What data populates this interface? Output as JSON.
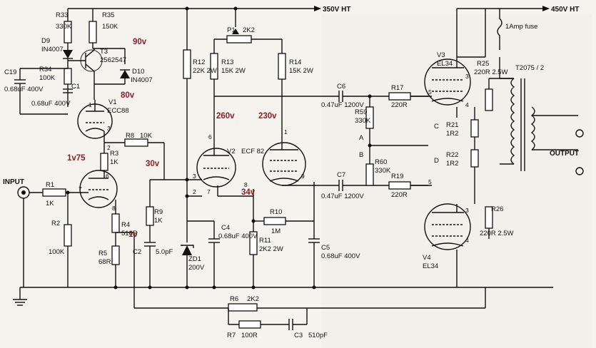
{
  "rails": {
    "ht350": "350V HT",
    "ht450": "450V HT"
  },
  "labels": {
    "input": "INPUT",
    "output": "OUTPUT",
    "fuse": "1Amp fuse",
    "transformer": "T2075 / 2",
    "point_a": "A",
    "point_b": "B",
    "point_c": "C",
    "point_d": "D"
  },
  "components": [
    {
      "ref": "R33",
      "value": "330K"
    },
    {
      "ref": "R35",
      "value": "150K"
    },
    {
      "ref": "D9",
      "value": "IN4007"
    },
    {
      "ref": "T3",
      "value": "2562547"
    },
    {
      "ref": "D10",
      "value": "IN4007"
    },
    {
      "ref": "R34",
      "value": "100K"
    },
    {
      "ref": "C19",
      "value": "0.68uF 400V"
    },
    {
      "ref": "C1",
      "value": "0.68uF 400V"
    },
    {
      "ref": "V1",
      "value": "ECC88"
    },
    {
      "ref": "R8",
      "value": "10K"
    },
    {
      "ref": "R3",
      "value": "1K"
    },
    {
      "ref": "R1",
      "value": "1K"
    },
    {
      "ref": "R2",
      "value": "100K"
    },
    {
      "ref": "R4",
      "value": "510R"
    },
    {
      "ref": "R5",
      "value": "68R"
    },
    {
      "ref": "R9",
      "value": "1K"
    },
    {
      "ref": "C2",
      "value": "5.0pF"
    },
    {
      "ref": "R12",
      "value": "22K 2W"
    },
    {
      "ref": "P1",
      "value": "2K2"
    },
    {
      "ref": "R13",
      "value": "15K 2W"
    },
    {
      "ref": "R14",
      "value": "15K 2W"
    },
    {
      "ref": "V2",
      "value": "ECF 82"
    },
    {
      "ref": "C4",
      "value": "0.68uF 400V"
    },
    {
      "ref": "ZD1",
      "value": "200V"
    },
    {
      "ref": "R10",
      "value": "1M"
    },
    {
      "ref": "R11",
      "value": "2K2 2W"
    },
    {
      "ref": "C5",
      "value": "0.68uF 400V"
    },
    {
      "ref": "C6",
      "value": "0.47uF 1200V"
    },
    {
      "ref": "C7",
      "value": "0.47uF 1200V"
    },
    {
      "ref": "R59",
      "value": "330K"
    },
    {
      "ref": "R60",
      "value": "330K"
    },
    {
      "ref": "R17",
      "value": "220R"
    },
    {
      "ref": "R19",
      "value": "220R"
    },
    {
      "ref": "R21",
      "value": "1R2"
    },
    {
      "ref": "R22",
      "value": "1R2"
    },
    {
      "ref": "R25",
      "value": "220R 2.5W"
    },
    {
      "ref": "R26",
      "value": "220R 2.5W"
    },
    {
      "ref": "V3",
      "value": "EL34"
    },
    {
      "ref": "V4",
      "value": "EL34"
    },
    {
      "ref": "R6",
      "value": "2K2"
    },
    {
      "ref": "R7",
      "value": "100R"
    },
    {
      "ref": "C3",
      "value": "510pF"
    }
  ],
  "voltages": {
    "v90": "90v",
    "v80": "80v",
    "v1v75": "1v75",
    "v30": "30v",
    "v260": "260v",
    "v230": "230v",
    "v34": "34v",
    "v1": "1v"
  },
  "colors": {
    "ink": "#111111",
    "annotation": "#8a1f2a",
    "paper": "#f4f3ee"
  }
}
